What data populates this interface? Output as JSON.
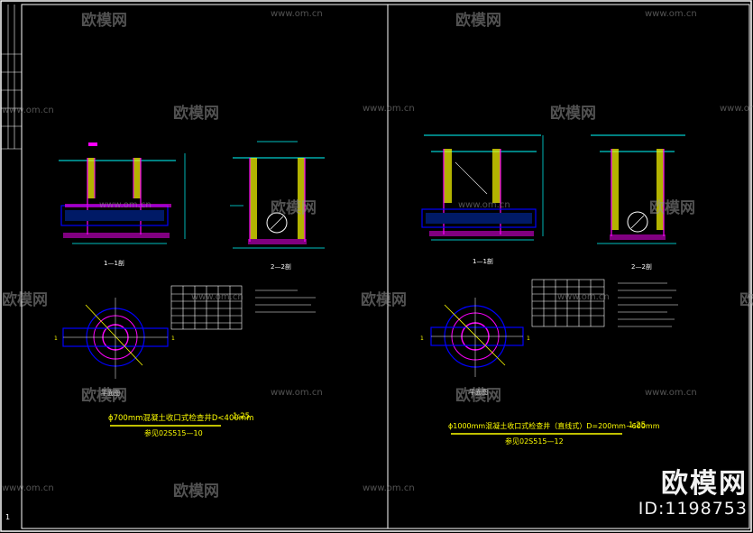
{
  "watermark": {
    "brand_text": "欧模网",
    "url_text": "www.om.cn"
  },
  "left_sheet": {
    "section_a_label": "1—1剖",
    "section_b_label": "2—2剖",
    "plan_label": "平面图",
    "title_main": "ɸ700mm混凝土收口式检查井D<400mm",
    "scale": "1:25",
    "drawing_no": "参见02S515—10"
  },
  "right_sheet": {
    "section_a_label": "1—1剖",
    "section_b_label": "2—2剖",
    "plan_label": "平面图",
    "title_main": "ɸ1000mm混凝土收口式检查井（直线式）D=200mm~600mm",
    "scale": "1:25",
    "drawing_no": "参见02S515—12"
  },
  "brand_overlay": {
    "name": "欧模网",
    "id": "ID:1198753"
  },
  "colors": {
    "background": "#000000",
    "frame": "#ffffff",
    "structure": "#ff00ff",
    "hatch": "#ffff00",
    "dimension": "#00ffff",
    "pipe": "#0000ff",
    "title_text": "#ffff00"
  },
  "icons": [
    "frame-border",
    "manhole-section",
    "manhole-plan",
    "data-table"
  ]
}
